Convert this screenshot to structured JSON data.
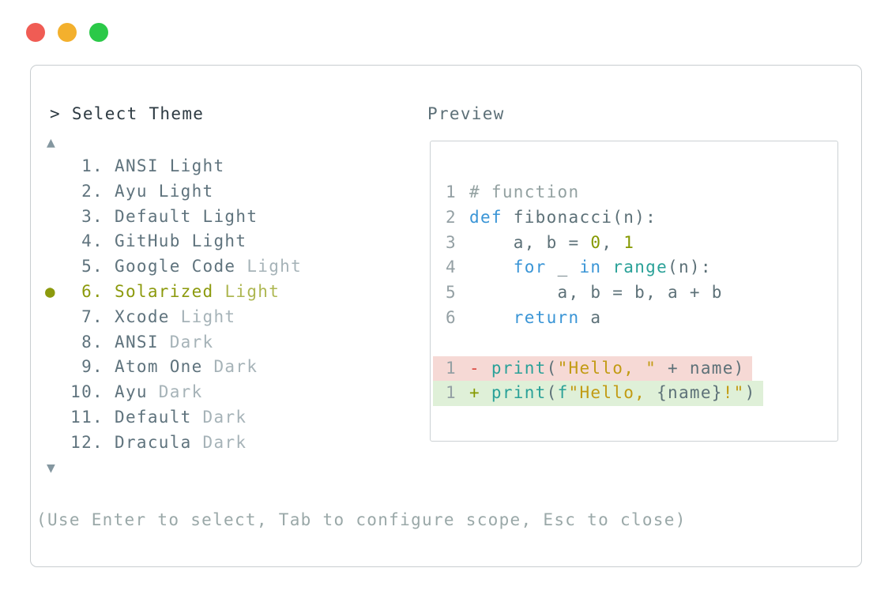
{
  "colors": {
    "window_border": "#c8cdd0",
    "preview_border": "#ccd1d4",
    "prompt_text": "#2d3a42",
    "preview_title": "#5d7078",
    "list_text": "#5f737d",
    "list_dim": "#a6b3b8",
    "selected": "#8c9a0d",
    "selected_dim": "#aeb752",
    "scroll_arrow": "#8497a0",
    "help_text": "#9aa8a8",
    "line_number": "#94a0a4",
    "code_plain": "#5d7178",
    "comment": "#93a1a1",
    "keyword": "#3a95d6",
    "function": "#2aa198",
    "literal": "#859900",
    "string": "#c29b13",
    "diff_minus": "#dc4a42",
    "diff_plus": "#859900",
    "removed_bg": "#f6d9d5",
    "added_bg": "#dff0d8",
    "traffic_red": "#f05c54",
    "traffic_yellow": "#f3b02d",
    "traffic_green": "#2bc948"
  },
  "selector": {
    "prompt": "> Select Theme",
    "scroll_up": "▲",
    "scroll_down": "▼",
    "bullet": "●",
    "help": "(Use Enter to select, Tab to configure scope, Esc to close)",
    "themes": [
      {
        "num": "1.",
        "name": "ANSI Light",
        "variant": "",
        "selected": false
      },
      {
        "num": "2.",
        "name": "Ayu Light",
        "variant": "",
        "selected": false
      },
      {
        "num": "3.",
        "name": "Default Light",
        "variant": "",
        "selected": false
      },
      {
        "num": "4.",
        "name": "GitHub Light",
        "variant": "",
        "selected": false
      },
      {
        "num": "5.",
        "name": "Google Code",
        "variant": "Light",
        "selected": false
      },
      {
        "num": "6.",
        "name": "Solarized",
        "variant": "Light",
        "selected": true
      },
      {
        "num": "7.",
        "name": "Xcode",
        "variant": "Light",
        "selected": false
      },
      {
        "num": "8.",
        "name": "ANSI",
        "variant": "Dark",
        "selected": false
      },
      {
        "num": "9.",
        "name": "Atom One",
        "variant": "Dark",
        "selected": false
      },
      {
        "num": "10.",
        "name": "Ayu",
        "variant": "Dark",
        "selected": false
      },
      {
        "num": "11.",
        "name": "Default",
        "variant": "Dark",
        "selected": false
      },
      {
        "num": "12.",
        "name": "Dracula",
        "variant": "Dark",
        "selected": false
      }
    ]
  },
  "preview": {
    "label": "Preview",
    "code": [
      {
        "num": "1",
        "bg": "",
        "tokens": [
          [
            "comment",
            "# function"
          ]
        ]
      },
      {
        "num": "2",
        "bg": "",
        "tokens": [
          [
            "keyword",
            "def"
          ],
          [
            "plain",
            " fibonacci(n):"
          ]
        ]
      },
      {
        "num": "3",
        "bg": "",
        "tokens": [
          [
            "plain",
            "    a, b = "
          ],
          [
            "literal",
            "0"
          ],
          [
            "plain",
            ", "
          ],
          [
            "literal",
            "1"
          ]
        ]
      },
      {
        "num": "4",
        "bg": "",
        "tokens": [
          [
            "plain",
            "    "
          ],
          [
            "keyword",
            "for"
          ],
          [
            "plain",
            " _ "
          ],
          [
            "keyword",
            "in"
          ],
          [
            "plain",
            " "
          ],
          [
            "function",
            "range"
          ],
          [
            "plain",
            "(n):"
          ]
        ]
      },
      {
        "num": "5",
        "bg": "",
        "tokens": [
          [
            "plain",
            "        a, b = b, a + b"
          ]
        ]
      },
      {
        "num": "6",
        "bg": "",
        "tokens": [
          [
            "plain",
            "    "
          ],
          [
            "keyword",
            "return"
          ],
          [
            "plain",
            " a"
          ]
        ]
      },
      {
        "num": "",
        "bg": "",
        "tokens": []
      },
      {
        "num": "1",
        "bg": "removed",
        "tokens": [
          [
            "diff_minus",
            "- "
          ],
          [
            "function",
            "print"
          ],
          [
            "plain",
            "("
          ],
          [
            "string",
            "\"Hello, \""
          ],
          [
            "plain",
            " + name)"
          ]
        ]
      },
      {
        "num": "1",
        "bg": "added",
        "tokens": [
          [
            "diff_plus",
            "+ "
          ],
          [
            "function",
            "print"
          ],
          [
            "plain",
            "("
          ],
          [
            "function",
            "f"
          ],
          [
            "string",
            "\"Hello, "
          ],
          [
            "plain",
            "{name}"
          ],
          [
            "string",
            "!\""
          ],
          [
            "plain",
            ")"
          ]
        ]
      }
    ]
  }
}
